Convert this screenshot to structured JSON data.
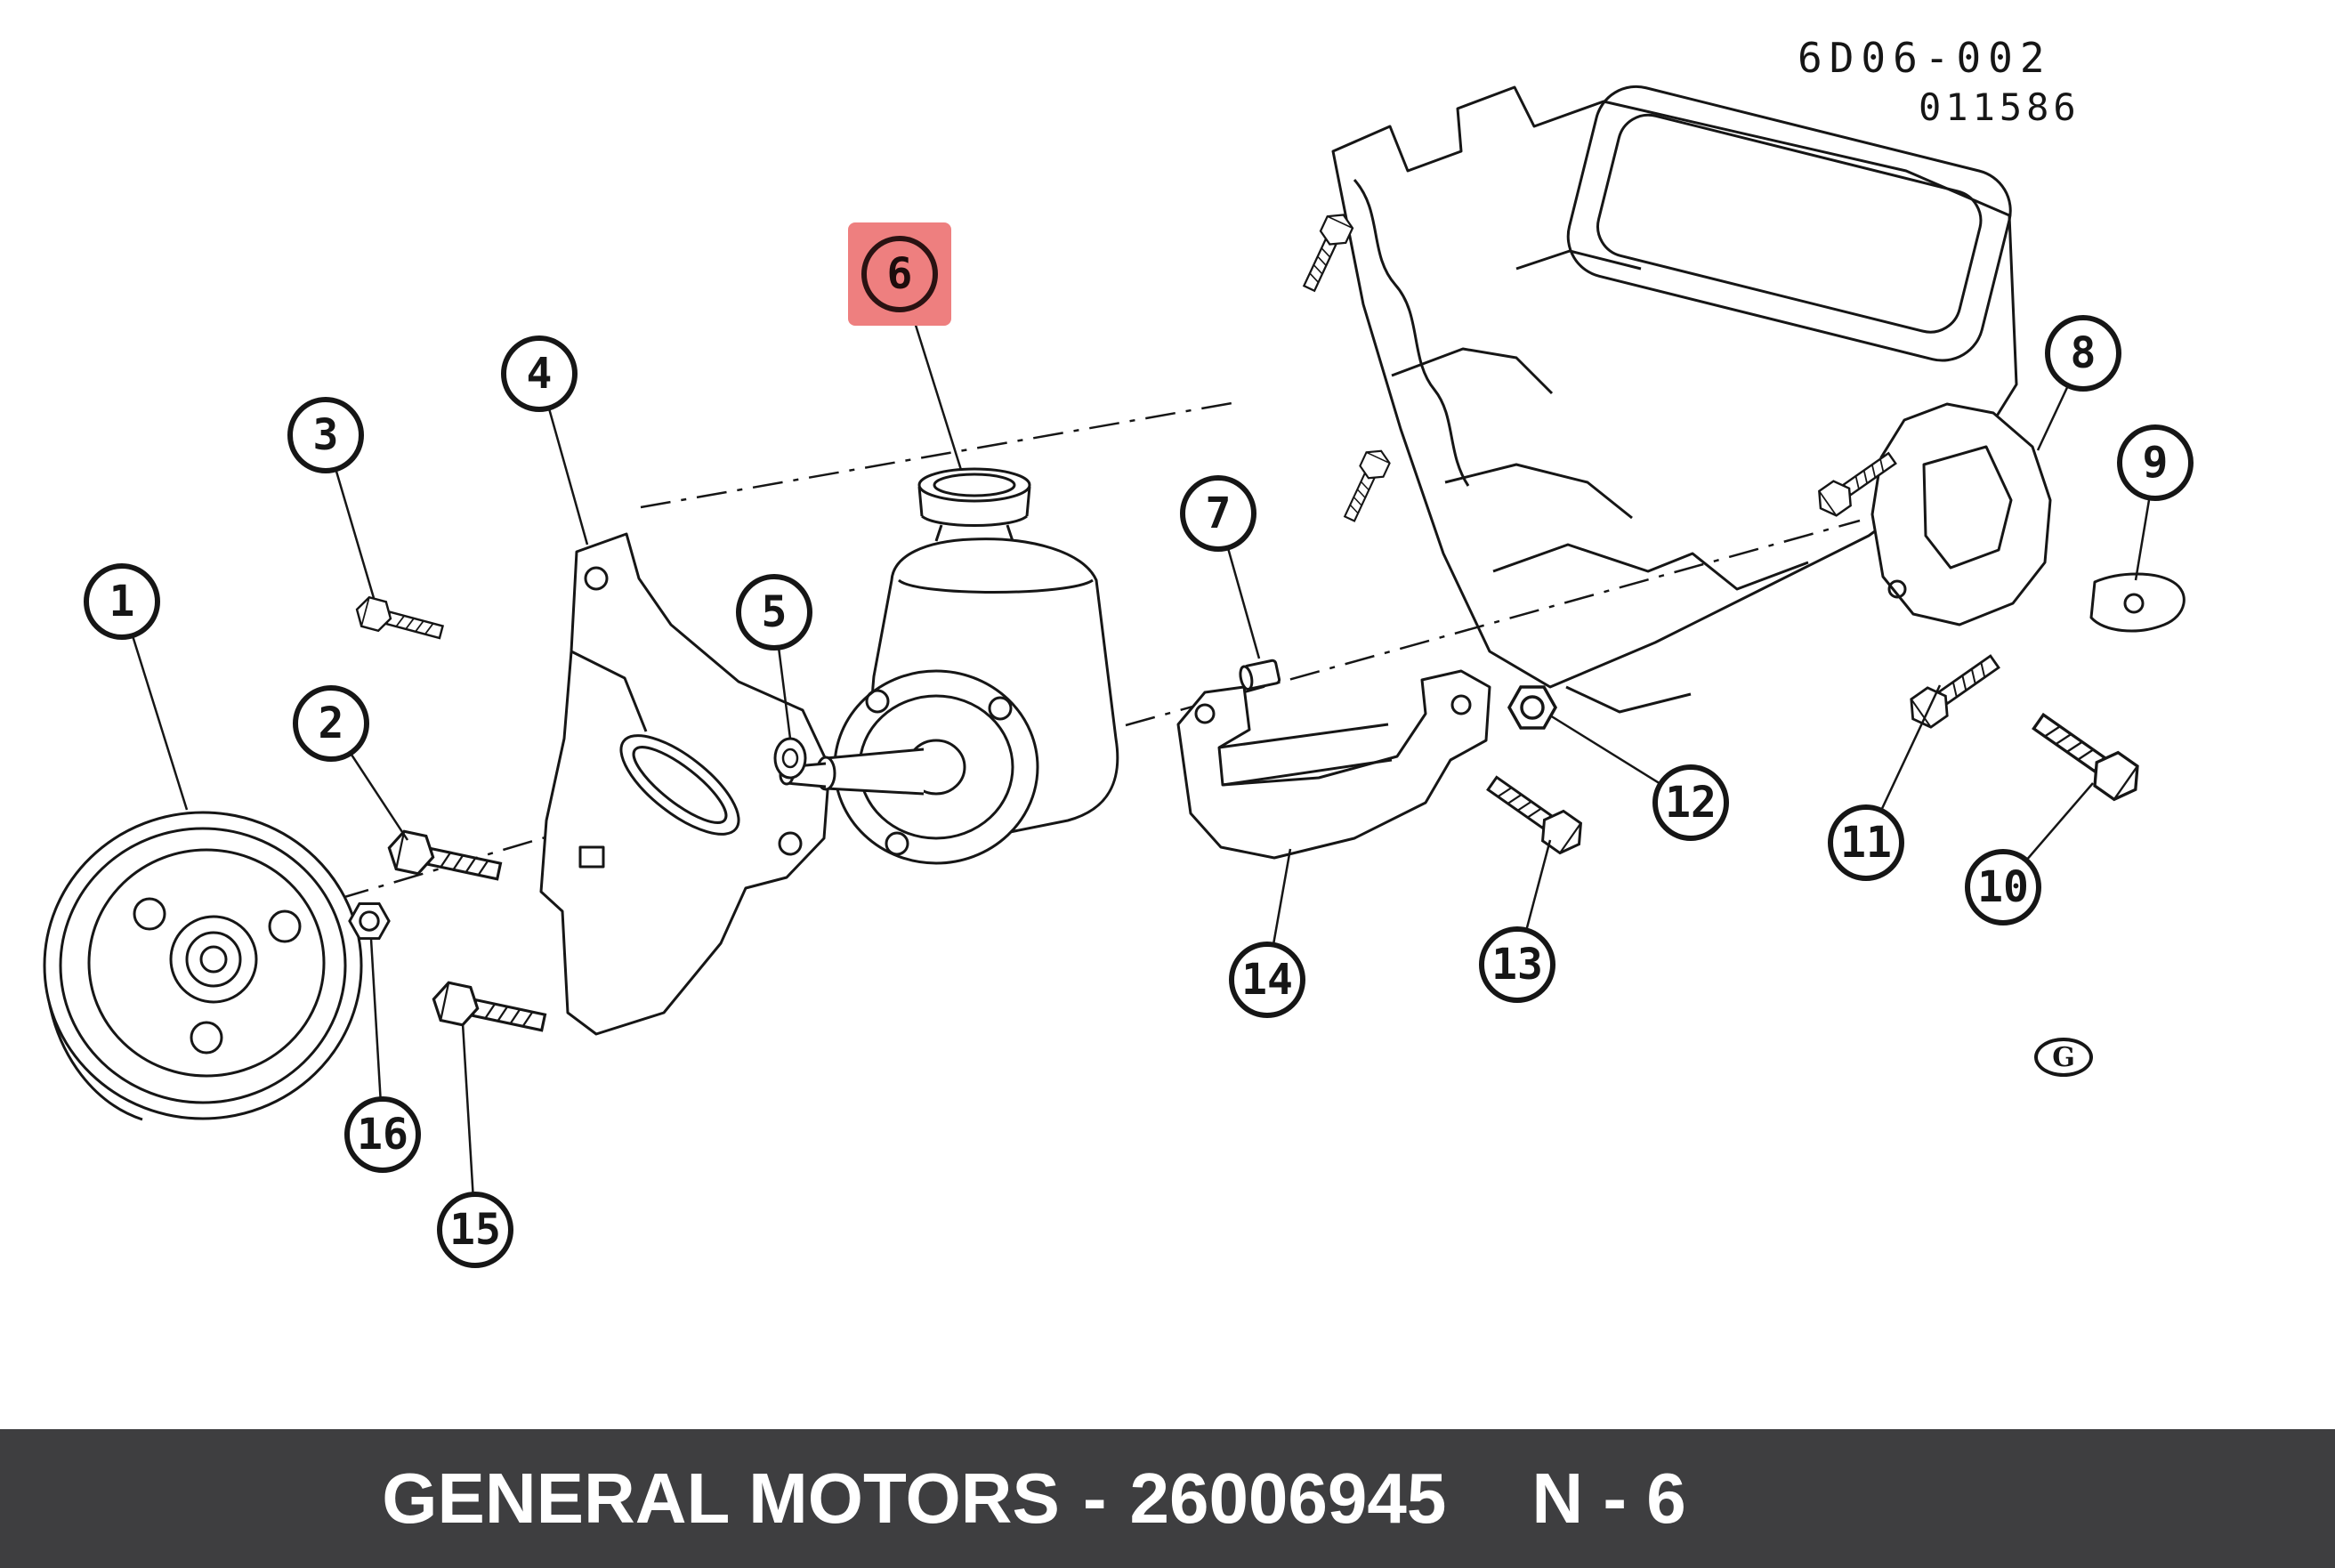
{
  "title_block": {
    "doc_number": "6D06-002",
    "doc_date": "011586"
  },
  "watermark": {
    "letter": "G"
  },
  "callouts": [
    {
      "label": "1",
      "highlighted": false
    },
    {
      "label": "2",
      "highlighted": false
    },
    {
      "label": "3",
      "highlighted": false
    },
    {
      "label": "4",
      "highlighted": false
    },
    {
      "label": "5",
      "highlighted": false
    },
    {
      "label": "6",
      "highlighted": true
    },
    {
      "label": "7",
      "highlighted": false
    },
    {
      "label": "8",
      "highlighted": false
    },
    {
      "label": "9",
      "highlighted": false
    },
    {
      "label": "10",
      "highlighted": false
    },
    {
      "label": "11",
      "highlighted": false
    },
    {
      "label": "12",
      "highlighted": false
    },
    {
      "label": "13",
      "highlighted": false
    },
    {
      "label": "14",
      "highlighted": false
    },
    {
      "label": "15",
      "highlighted": false
    },
    {
      "label": "16",
      "highlighted": false
    }
  ],
  "footer": {
    "brand": "GENERAL MOTORS",
    "separator": "-",
    "part_number": "26006945",
    "page_ref": "N - 6"
  },
  "colors": {
    "highlight": "#ee7f7f",
    "footer_bg": "#3e3e40",
    "footer_fg": "#ffffff",
    "line": "#161616"
  }
}
